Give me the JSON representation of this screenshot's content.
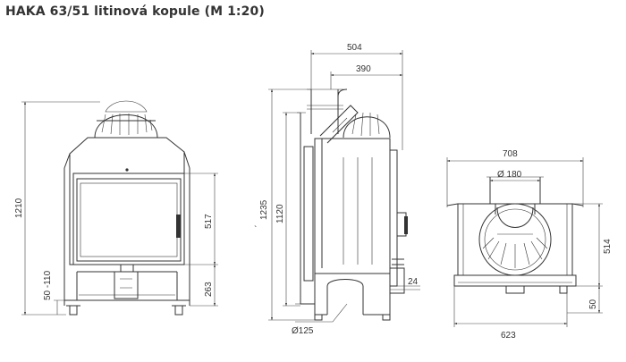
{
  "title": "HAKA 63/51 litinová kopule (M 1:20)",
  "dimensions": {
    "front_height": "1210",
    "front_glass": "517",
    "front_bottom": "263",
    "front_legs": "50 -110",
    "side_total": "1235",
    "side_body": "1120",
    "side_width": "504",
    "side_dome": "390",
    "side_tick": "`",
    "side_flange": "24",
    "side_flue": "Ø125",
    "top_width": "708",
    "top_flue": "Ø 180",
    "top_depth": "514",
    "top_inner": "623",
    "top_bottom": "50"
  }
}
